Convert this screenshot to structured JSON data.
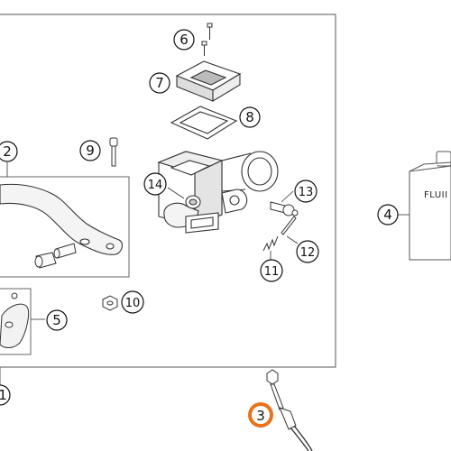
{
  "callouts": {
    "c2": "2",
    "c3": "3",
    "c4": "4",
    "c5": "5",
    "c6": "6",
    "c7": "7",
    "c8": "8",
    "c9": "9",
    "c10": "10",
    "c11": "11",
    "c12": "12",
    "c13": "13",
    "c14": "14",
    "c1": "1"
  },
  "reservoir_label": "FLUII",
  "highlight_color": "#e8731c"
}
